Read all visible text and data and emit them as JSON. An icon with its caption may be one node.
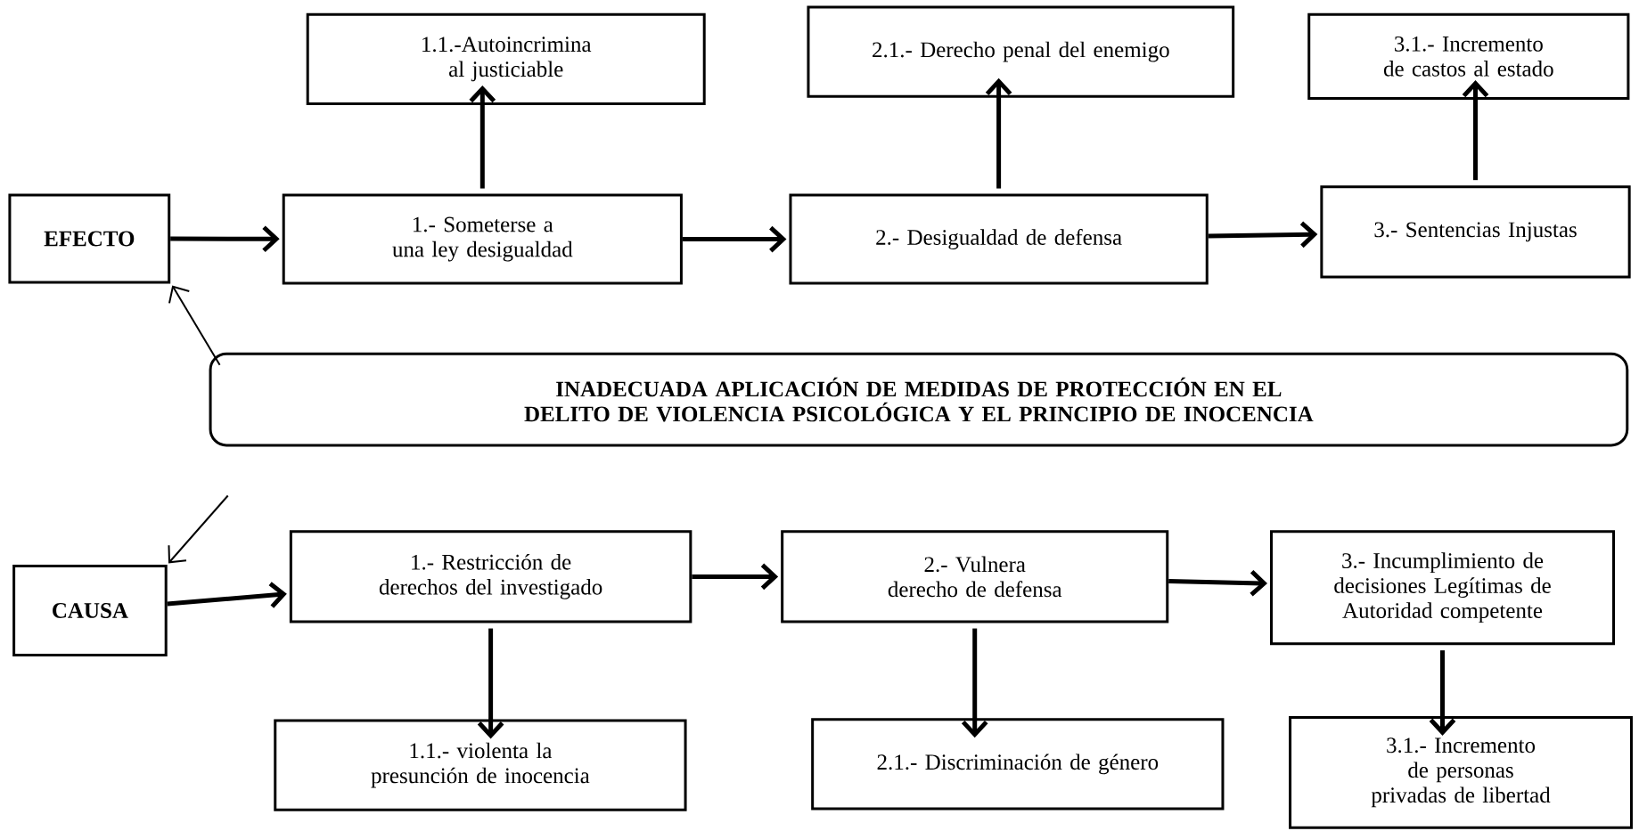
{
  "diagram": {
    "nodes": [
      {
        "text": [
          "EFECTO"
        ]
      },
      {
        "text": [
          "1.- Someterse a una ley desigualdad"
        ]
      },
      {
        "text": [
          "2.- Desigualdad de defensa"
        ]
      },
      {
        "text": [
          "3.- Sentencias Injustas"
        ]
      },
      {
        "text": [
          "1.1.-Autoincrimina al justiciable"
        ]
      },
      {
        "text": [
          "2.1.- Derecho penal del enemigo"
        ]
      },
      {
        "text": [
          "3.1.- Incremento de castos al estado"
        ]
      },
      {
        "text": [
          "INADECUADA APLICACIÓN DE MEDIDAS DE PROTECCIÓN EN EL DELITO DE VIOLENCIA PSICOLÓGICA Y EL PRINCIPIO DE INOCENCIA"
        ]
      },
      {
        "text": [
          "CAUSA"
        ]
      },
      {
        "text": [
          "1.- Restricción de derechos del investigado"
        ]
      },
      {
        "text": [
          "2.- Vulnera derecho de defensa"
        ]
      },
      {
        "text": [
          "3.- Incumplimiento de decisiones Legítimas  de Autoridad competente"
        ]
      },
      {
        "text": [
          "1.1.- violenta la presunción de inocencia"
        ]
      },
      {
        "text": [
          "2.1.- Discriminación de género"
        ]
      },
      {
        "text": [
          "3.1.-  Incremento de personas privadas de libertad"
        ]
      }
    ],
    "edges": [
      {
        "from": 0,
        "to": 1,
        "arrow": "to"
      },
      {
        "from": 1,
        "to": 2,
        "arrow": "to"
      },
      {
        "from": 2,
        "to": 3,
        "arrow": "to"
      },
      {
        "from": 1,
        "to": 4,
        "arrow": "to"
      },
      {
        "from": 2,
        "to": 5,
        "arrow": "to"
      },
      {
        "from": 3,
        "to": 6,
        "arrow": "to"
      },
      {
        "from": 7,
        "to": 0,
        "arrow": "to"
      },
      {
        "from": null,
        "to": 8,
        "arrow": "to"
      },
      {
        "from": 8,
        "to": 9,
        "arrow": "to"
      },
      {
        "from": 9,
        "to": 10,
        "arrow": "to"
      },
      {
        "from": 10,
        "to": 11,
        "arrow": "to"
      },
      {
        "from": 9,
        "to": 12,
        "arrow": "to"
      },
      {
        "from": 10,
        "to": 13,
        "arrow": "to"
      },
      {
        "from": 11,
        "to": 14,
        "arrow": "to"
      }
    ]
  }
}
